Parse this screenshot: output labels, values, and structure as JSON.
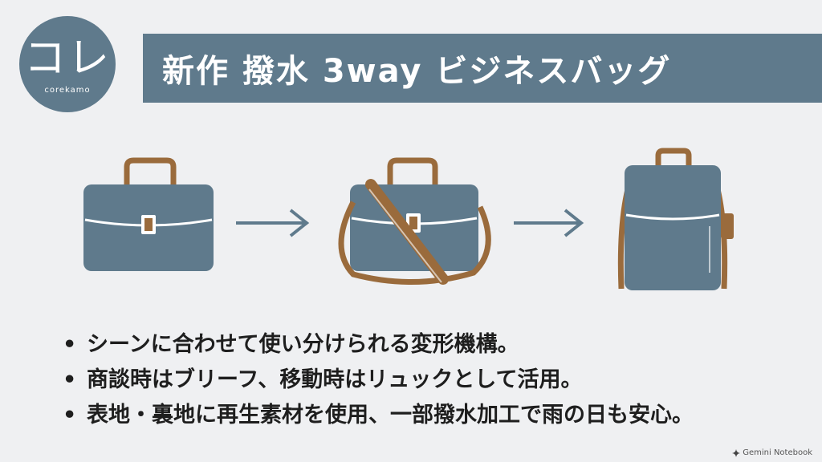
{
  "logo": {
    "main": "コレ",
    "sub": "corekamo"
  },
  "title": "新作 撥水 3way ビジネスバッグ",
  "illustrations": {
    "items": [
      {
        "name": "briefcase-icon"
      },
      {
        "name": "arrow-right-icon"
      },
      {
        "name": "shoulder-bag-icon"
      },
      {
        "name": "arrow-right-icon"
      },
      {
        "name": "backpack-icon"
      }
    ],
    "colors": {
      "bag": "#5f7a8c",
      "strap": "#9a6b3c",
      "arrow": "#5f7a8c"
    }
  },
  "bullets": [
    "シーンに合わせて使い分けられる変形機構。",
    "商談時はブリーフ、移動時はリュックとして活用。",
    "表地・裏地に再生素材を使用、一部撥水加工で雨の日も安心。"
  ],
  "bullet_marker": "•",
  "footer": {
    "text": "Gemini Notebook",
    "icon": "gemini-icon"
  }
}
